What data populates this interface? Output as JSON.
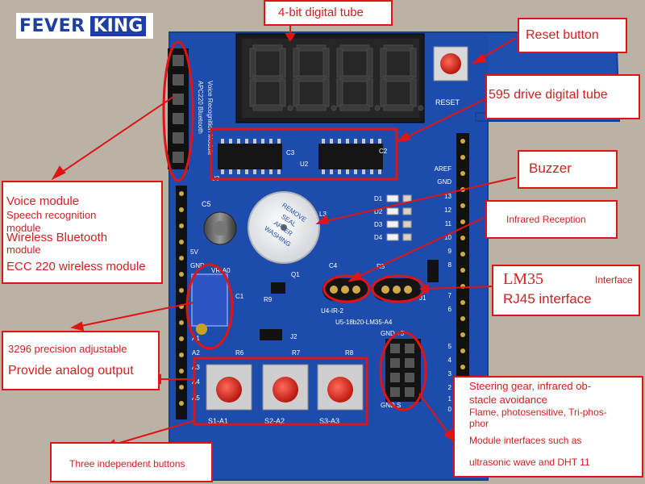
{
  "logo": {
    "part1": "FEVER",
    "part2": "KING"
  },
  "labels": {
    "tube": "4-bit digital tube",
    "reset": "Reset button",
    "drive": "595 drive digital tube",
    "buzzer": "Buzzer",
    "infrared": "Infrared Reception",
    "voice1": "Voice module",
    "voice2": "Speech recognition",
    "voice3": "module",
    "voice4": "Wireless Bluetooth",
    "voice5": "module",
    "voice6": "ECC 220 wireless module",
    "lm35": "LM35",
    "interface": "Interface",
    "rj45": "RJ45 interface",
    "precision": "3296 precision adjustable",
    "analog": "Provide analog output",
    "steer1": "Steering gear, infrared ob-",
    "steer2": "stacle avoidance",
    "steer3": "Flame, photosensitive, Tri-phos-",
    "steer4": "phor",
    "modint1": "Module interfaces such as",
    "modint2": "ultrasonic wave and DHT 11",
    "buttons": "Three independent buttons"
  },
  "board": {
    "silk_module": "APC220 Bluetooth",
    "silk_module2": "Voice Recognition Module",
    "reset_silk": "RESET",
    "u2": "U2",
    "u3": "U3",
    "c2": "C2",
    "c3": "C3",
    "c5": "C5",
    "c1": "C1",
    "c4": "C4",
    "r5": "R5",
    "r9": "R9",
    "q1": "Q1",
    "j1": "J1",
    "j2": "J2",
    "r6": "R6",
    "r7": "R7",
    "r8": "R8",
    "vr": "VR-A0",
    "u4": "U4-IR-2",
    "u5": "U5-18b20-LM35-A4",
    "gnd5": "GND +5",
    "gnds": "GND S",
    "aref": "AREF",
    "gnd": "GND",
    "d1": "D1",
    "d2": "D2",
    "d3": "D3",
    "d4": "D4",
    "p13": "13",
    "p12": "12",
    "p11": "11",
    "p10": "10",
    "p9": "9",
    "p8": "8",
    "p7": "7",
    "p6": "6",
    "p5": "5",
    "p4": "4",
    "p3": "3",
    "p2": "2",
    "p1": "1",
    "p0": "0",
    "a1": "A1",
    "a2": "A2",
    "a3": "A3",
    "a4": "A4",
    "a5": "A5",
    "v5": "5V",
    "gndl": "GND",
    "s1": "S1-A1",
    "s2": "S2-A2",
    "s3": "S3-A3",
    "buzzer_text1": "REMOVE",
    "buzzer_text2": "SEAL",
    "buzzer_text3": "AFTER",
    "buzzer_text4": "WASHING",
    "l3": "L3"
  },
  "colors": {
    "pcb": "#1f4fb0",
    "label_red": "#e01414",
    "logo_blue": "#1c3fa0"
  },
  "display": {
    "digits": [
      "8.",
      "8.",
      "8.",
      "8."
    ]
  }
}
